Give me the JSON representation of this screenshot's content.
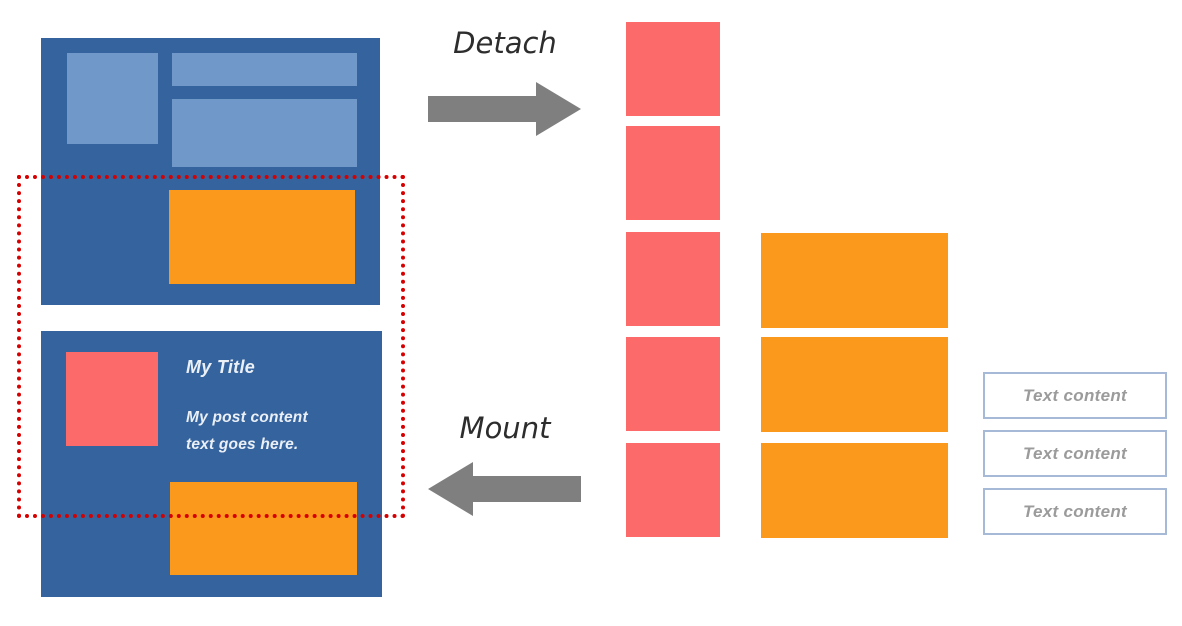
{
  "labels": {
    "detach": "Detach",
    "mount": "Mount"
  },
  "mounted_card": {
    "title": "My Title",
    "content_line1": "My post content",
    "content_line2": "text goes here."
  },
  "textboxes": {
    "items": [
      {
        "label": "Text content"
      },
      {
        "label": "Text content"
      },
      {
        "label": "Text content"
      }
    ]
  },
  "icons": {
    "detach_arrow": "right-arrow-icon",
    "mount_arrow": "left-arrow-icon"
  },
  "colors": {
    "card_blue": "#35639E",
    "light_blue": "#7099CA",
    "orange": "#FB991D",
    "pink": "#FC6A6A",
    "arrow_gray": "#7F7F7F",
    "dotted_red": "#D60000",
    "textbox_border": "#A6B9D6",
    "textbox_text": "#9B9B9B",
    "label_text": "#2D2D2D",
    "card_text": "#EBF0F7"
  }
}
